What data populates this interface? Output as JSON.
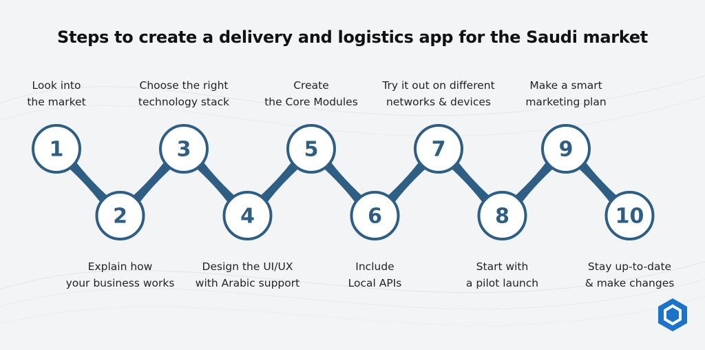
{
  "title": "Steps to create a delivery and logistics app for the Saudi market",
  "colors": {
    "accent": "#2f5e85",
    "circle_fill": "#ffffff",
    "circle_stroke": "#2f5e85",
    "logo": "#1b74c9",
    "text": "#222222",
    "title": "#111111"
  },
  "steps": [
    {
      "number": "1",
      "position": "top",
      "lines": [
        "Look into",
        "the market"
      ]
    },
    {
      "number": "2",
      "position": "bottom",
      "lines": [
        "Explain how",
        "your business works"
      ]
    },
    {
      "number": "3",
      "position": "top",
      "lines": [
        "Choose the right",
        "technology stack"
      ]
    },
    {
      "number": "4",
      "position": "bottom",
      "lines": [
        "Design the UI/UX",
        "with Arabic support"
      ]
    },
    {
      "number": "5",
      "position": "top",
      "lines": [
        "Create",
        "the Core Modules"
      ]
    },
    {
      "number": "6",
      "position": "bottom",
      "lines": [
        "Include",
        "Local APIs"
      ]
    },
    {
      "number": "7",
      "position": "top",
      "lines": [
        "Try it out on different",
        "networks & devices"
      ]
    },
    {
      "number": "8",
      "position": "bottom",
      "lines": [
        "Start with",
        "a pilot launch"
      ]
    },
    {
      "number": "9",
      "position": "top",
      "lines": [
        "Make a smart",
        "marketing plan"
      ]
    },
    {
      "number": "10",
      "position": "bottom",
      "lines": [
        "Stay up-to-date",
        "& make changes"
      ]
    }
  ],
  "logo_icon": "hexagon-logo-icon"
}
